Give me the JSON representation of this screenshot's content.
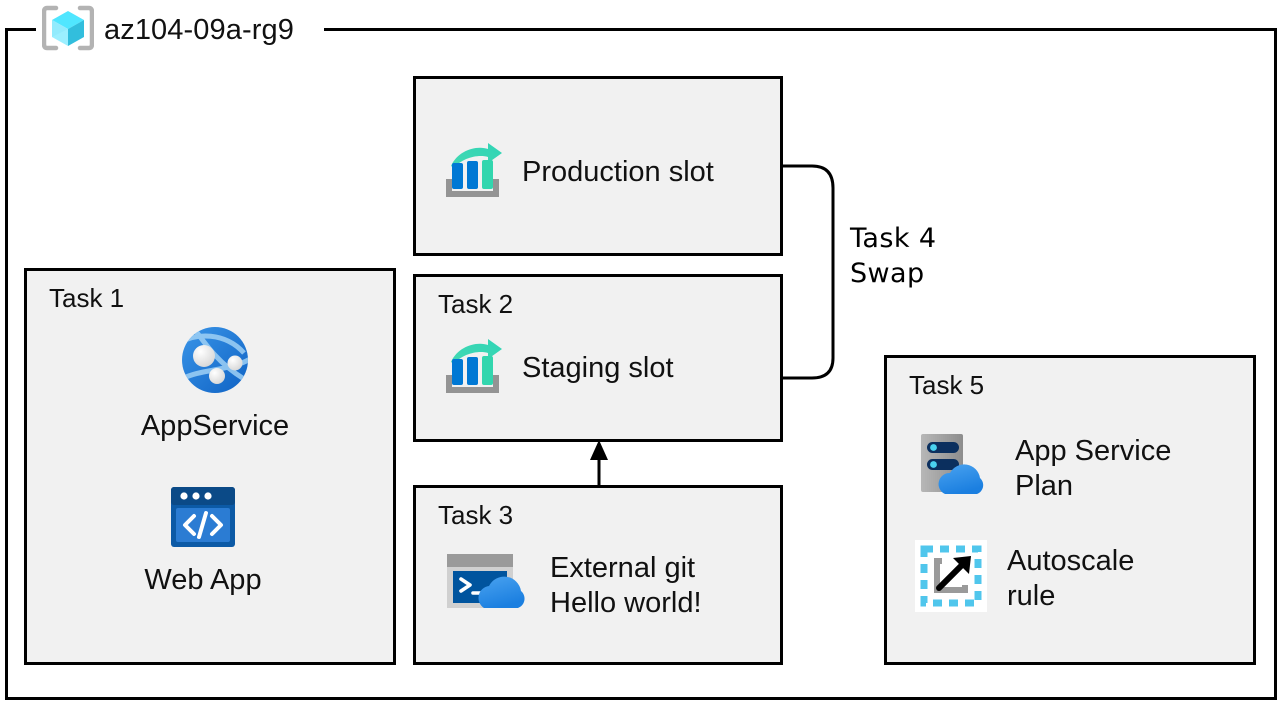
{
  "diagram": {
    "type": "azure-architecture",
    "resource_group": {
      "name": "az104-09a-rg9",
      "icon": "resource-group-icon"
    },
    "colors": {
      "card_fill": "#f1f1f1",
      "card_border": "#000000",
      "azure_blue": "#0078d4",
      "azure_dark_blue": "#005ba1",
      "teal": "#32d6ae",
      "cube_cyan": "#50e6ff",
      "gray": "#9a9a9a",
      "autoscale_cyan": "#50c6ec"
    },
    "cards": [
      {
        "id": "production-slot",
        "title": null,
        "items": [
          {
            "icon": "deployment-slot-icon",
            "label": "Production slot"
          }
        ]
      },
      {
        "id": "task-1",
        "title": "Task 1",
        "items": [
          {
            "icon": "app-service-icon",
            "label": "AppService"
          },
          {
            "icon": "web-app-icon",
            "label": "Web App"
          }
        ]
      },
      {
        "id": "task-2",
        "title": "Task 2",
        "items": [
          {
            "icon": "deployment-slot-icon",
            "label": "Staging slot"
          }
        ]
      },
      {
        "id": "task-3",
        "title": "Task 3",
        "items": [
          {
            "icon": "cloud-shell-icon",
            "label": "External git\nHello world!"
          }
        ]
      },
      {
        "id": "task-5",
        "title": "Task 5",
        "items": [
          {
            "icon": "app-service-plan-icon",
            "label": "App Service\nPlan"
          },
          {
            "icon": "autoscale-icon",
            "label": "Autoscale\nrule"
          }
        ]
      }
    ],
    "connectors": [
      {
        "id": "swap-bracket",
        "label": "Task 4\nSwap",
        "from": "production-slot",
        "to": "task-2",
        "style": "rounded-bracket"
      },
      {
        "id": "git-deploy-arrow",
        "label": "",
        "from": "task-3",
        "to": "task-2",
        "style": "arrow-up"
      }
    ]
  }
}
